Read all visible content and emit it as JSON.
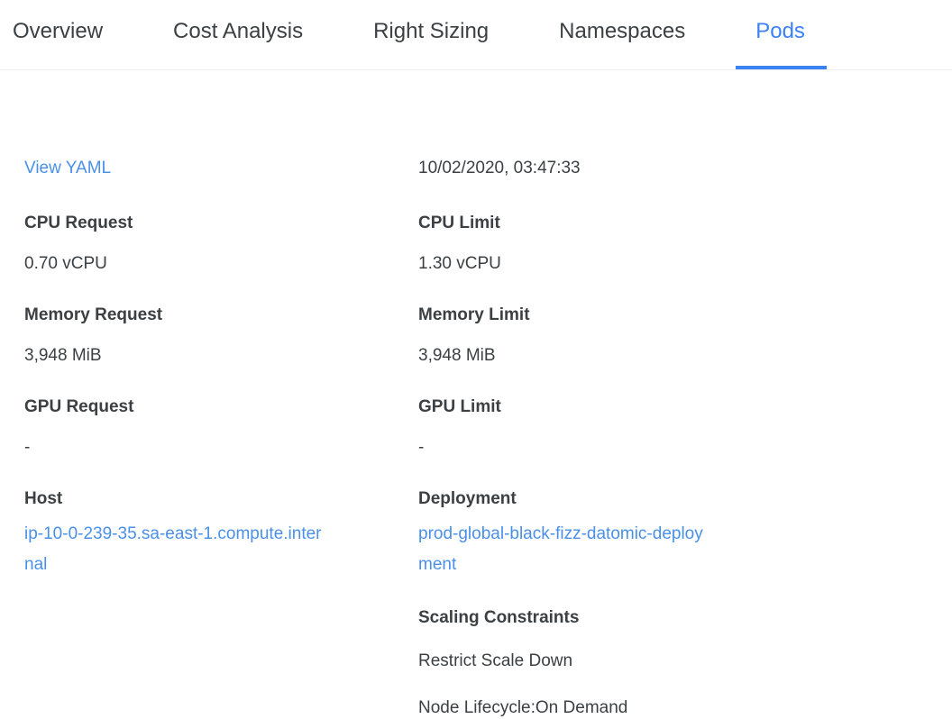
{
  "tabs": [
    {
      "label": "Overview",
      "active": false
    },
    {
      "label": "Cost Analysis",
      "active": false
    },
    {
      "label": "Right Sizing",
      "active": false
    },
    {
      "label": "Namespaces",
      "active": false
    },
    {
      "label": "Pods",
      "active": true
    }
  ],
  "colors": {
    "accent": "#3b82f6",
    "link": "#4a90e8",
    "text": "#3c4043",
    "divider": "#eceef0",
    "background": "#ffffff"
  },
  "details": {
    "view_yaml_label": "View YAML",
    "timestamp": "10/02/2020, 03:47:33",
    "cpu_request": {
      "label": "CPU Request",
      "value": "0.70 vCPU"
    },
    "cpu_limit": {
      "label": "CPU Limit",
      "value": "1.30 vCPU"
    },
    "memory_request": {
      "label": "Memory Request",
      "value": "3,948 MiB"
    },
    "memory_limit": {
      "label": "Memory Limit",
      "value": "3,948 MiB"
    },
    "gpu_request": {
      "label": "GPU Request",
      "value": "-"
    },
    "gpu_limit": {
      "label": "GPU Limit",
      "value": "-"
    },
    "host": {
      "label": "Host",
      "value": "ip-10-0-239-35.sa-east-1.compute.internal"
    },
    "deployment": {
      "label": "Deployment",
      "value": "prod-global-black-fizz-datomic-deployment"
    },
    "scaling_constraints": {
      "label": "Scaling Constraints",
      "lines": [
        "Restrict Scale Down",
        "Node Lifecycle:On Demand"
      ]
    }
  }
}
